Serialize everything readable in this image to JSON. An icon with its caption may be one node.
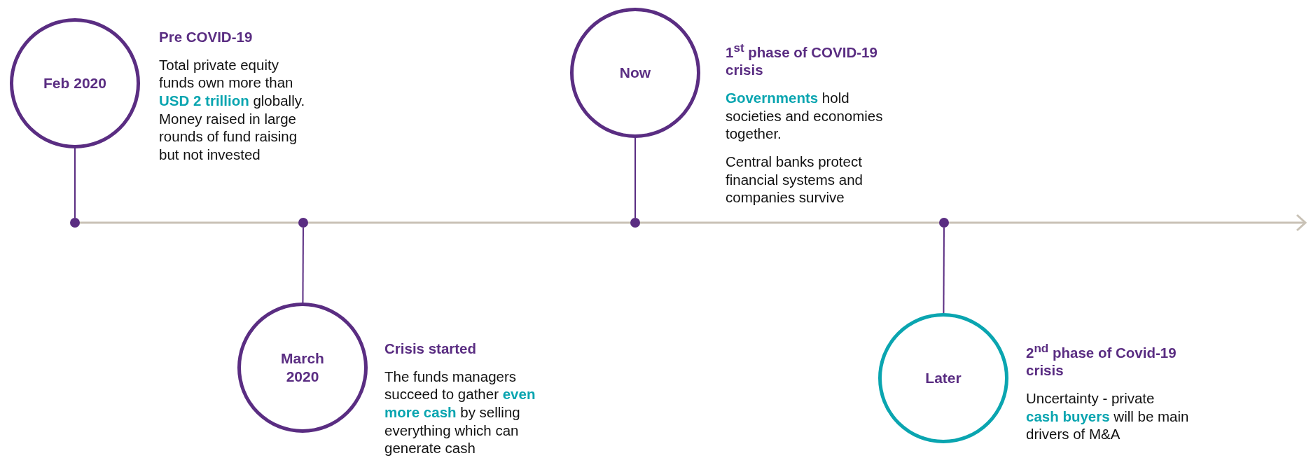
{
  "diagram": {
    "nodes": [
      {
        "text": [
          "Feb 2020"
        ],
        "beside": [
          "Pre COVID-19",
          "Total private equity funds own more than **USD 2 trillion** globally. Money raised in large rounds of fund raising but not invested"
        ]
      },
      {
        "text": [],
        "shape": "circle"
      },
      {
        "text": [
          "March 2020"
        ],
        "beside": [
          "Crisis started",
          "The funds managers succeed to gather **even more cash** by selling everything which can generate cash"
        ]
      },
      {
        "text": [],
        "shape": "circle"
      },
      {
        "text": [
          "Now"
        ],
        "beside": [
          "1$^{st}$ phase of COVID-19 crisis",
          "**Governments** hold societies and economies together.",
          "Central banks protect financial systems and companies survive"
        ]
      },
      {
        "text": [],
        "shape": "circle"
      },
      {
        "text": [
          "Later"
        ],
        "beside": [
          "2$^{nd}$ phase of Covid-19 crisis",
          "Uncertainty - private **cash buyers** will be main drivers of M&A"
        ]
      },
      {
        "text": [],
        "shape": "circle"
      }
    ],
    "edges": [
      {
        "from": 0,
        "to": 1,
        "arrow": "none"
      },
      {
        "from": 2,
        "to": 3,
        "arrow": "none"
      },
      {
        "from": 4,
        "to": 5,
        "arrow": "none"
      },
      {
        "from": 6,
        "to": 7,
        "arrow": "none"
      }
    ]
  }
}
